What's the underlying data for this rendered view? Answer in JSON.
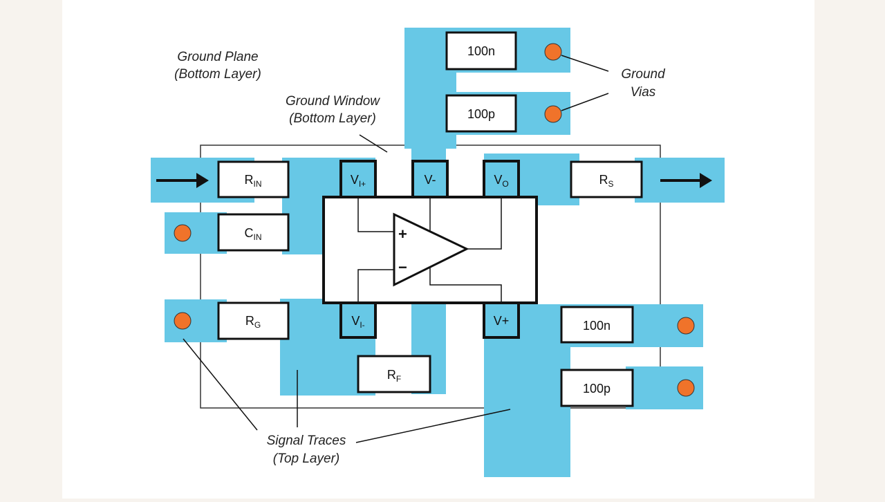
{
  "labels": {
    "ground_plane": [
      "Ground Plane",
      "(Bottom Layer)"
    ],
    "ground_window": [
      "Ground Window",
      "(Bottom Layer)"
    ],
    "ground_vias": [
      "Ground",
      "Vias"
    ],
    "signal_traces": [
      "Signal Traces",
      "(Top Layer)"
    ]
  },
  "components": {
    "cap_top_100n": "100n",
    "cap_top_100p": "100p",
    "cap_bottom_100n": "100n",
    "cap_bottom_100p": "100p",
    "r_in": {
      "main": "R",
      "sub": "IN"
    },
    "c_in": {
      "main": "C",
      "sub": "IN"
    },
    "r_g": {
      "main": "R",
      "sub": "G"
    },
    "r_f": {
      "main": "R",
      "sub": "F"
    },
    "r_s": {
      "main": "R",
      "sub": "S"
    }
  },
  "pins": {
    "vi_plus": {
      "main": "V",
      "sub": "I+"
    },
    "v_minus": "V-",
    "vo": {
      "main": "V",
      "sub": "O"
    },
    "vi_minus": {
      "main": "V",
      "sub": "I-"
    },
    "v_plus": "V+"
  },
  "opamp_symbols": {
    "plus": "+",
    "minus": "−"
  },
  "colors": {
    "trace": "#67c8e6",
    "via": "#f0732a",
    "outline": "#111111",
    "background": "#ffffff",
    "margin": "#f7f3ee"
  }
}
